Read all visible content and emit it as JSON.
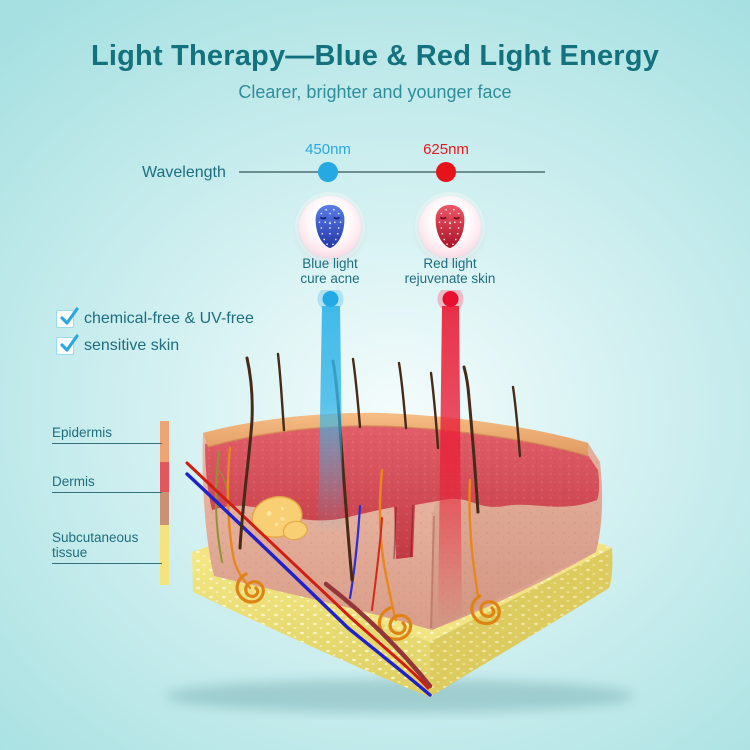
{
  "header": {
    "title": "Light Therapy—Blue & Red Light Energy",
    "subtitle": "Clearer, brighter and younger face"
  },
  "wavelength": {
    "label": "Wavelength",
    "points": [
      {
        "value": "450nm",
        "color": "#26a9e2"
      },
      {
        "value": "625nm",
        "color": "#e6131b"
      }
    ]
  },
  "therapies": [
    {
      "line1": "Blue light",
      "line2": "cure acne",
      "mask_color": "#2f46b8",
      "beam_color": "#34b5e8"
    },
    {
      "line1": "Red light",
      "line2": "rejuvenate skin",
      "mask_color": "#c41c32",
      "beam_color": "#e91c36"
    }
  ],
  "features": [
    {
      "label": "chemical-free & UV-free"
    },
    {
      "label": "sensitive skin"
    }
  ],
  "skin_legend": [
    {
      "name": "Epidermis",
      "color": "#f0a474"
    },
    {
      "name": "Dermis",
      "color": "#e2565c"
    },
    {
      "name": "Subcutaneous tissue",
      "color": "#f5e47e"
    }
  ],
  "legend_bar_colors": [
    "#f0a474",
    "#e2565c",
    "#cb9175",
    "#f5e47e"
  ],
  "colors": {
    "background_edge": "#a6e1e2",
    "title_teal": "#14717e",
    "text_teal": "#1d6e7e",
    "check_blue": "#2aa9e0"
  }
}
